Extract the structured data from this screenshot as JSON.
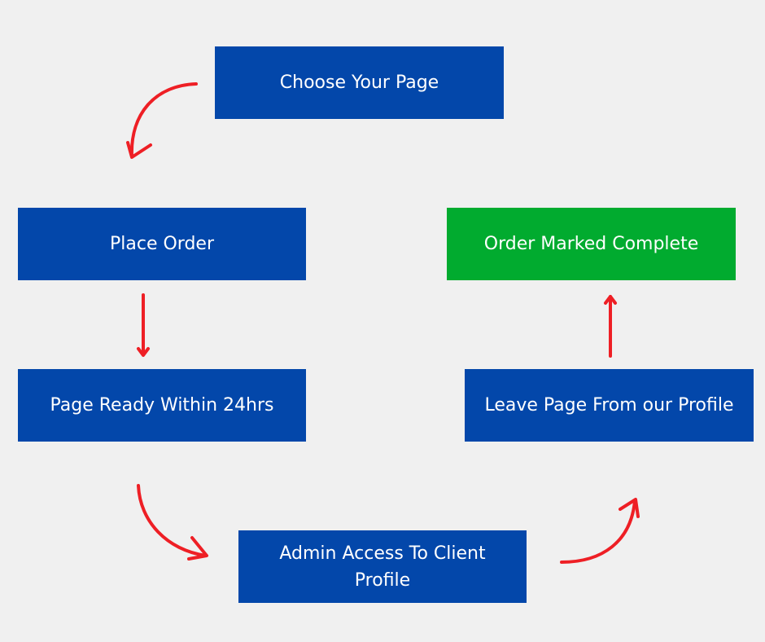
{
  "steps": {
    "choose": "Choose Your Page",
    "place": "Place Order",
    "ready": "Page Ready Within 24hrs",
    "admin": "Admin Access To Client Profile",
    "leave": "Leave Page From our Profile",
    "complete": "Order Marked Complete"
  },
  "colors": {
    "background": "#f0f0f0",
    "box_blue": "#0347aa",
    "box_green": "#01ab2f",
    "arrow": "#ee1f25",
    "text": "#ffffff"
  }
}
